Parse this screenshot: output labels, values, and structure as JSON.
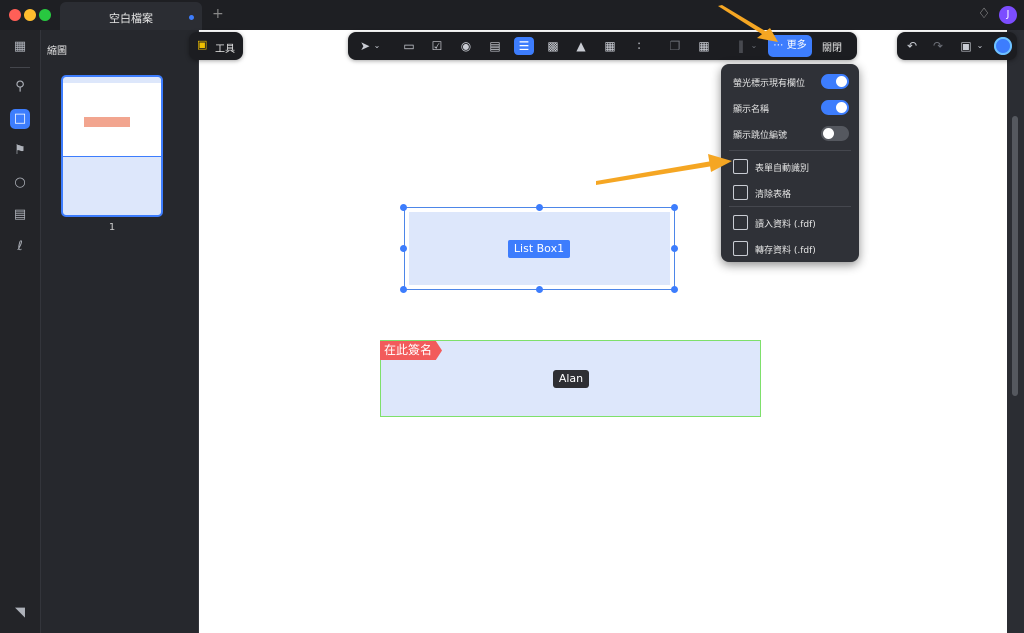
{
  "window": {
    "tab_title": "空白檔案",
    "new_tab_symbol": "+",
    "avatar_initial": "J"
  },
  "sidebar": {
    "panel_title": "縮圖",
    "page_number": "1"
  },
  "toolbar": {
    "tool_label": "工具",
    "more_label": "更多",
    "close_label": "關閉"
  },
  "menu": {
    "toggles": [
      {
        "label": "螢光標示現有欄位",
        "on": true
      },
      {
        "label": "顯示名稱",
        "on": true
      },
      {
        "label": "顯示跳位編號",
        "on": false
      }
    ],
    "actions": [
      {
        "label": "表單自動識別",
        "icon": "form-recognition-icon"
      },
      {
        "label": "清除表格",
        "icon": "clear-form-icon"
      },
      {
        "label": "讀入資料 (.fdf)",
        "icon": "import-data-icon"
      },
      {
        "label": "轉存資料 (.fdf)",
        "icon": "export-data-icon"
      }
    ]
  },
  "canvas": {
    "list_box_label": "List Box1",
    "signature_tag": "在此簽名",
    "signature_name": "Alan"
  },
  "colors": {
    "accent": "#3d7dfd",
    "signature_tag": "#f25b5b",
    "annotation_arrow": "#f5a623"
  }
}
